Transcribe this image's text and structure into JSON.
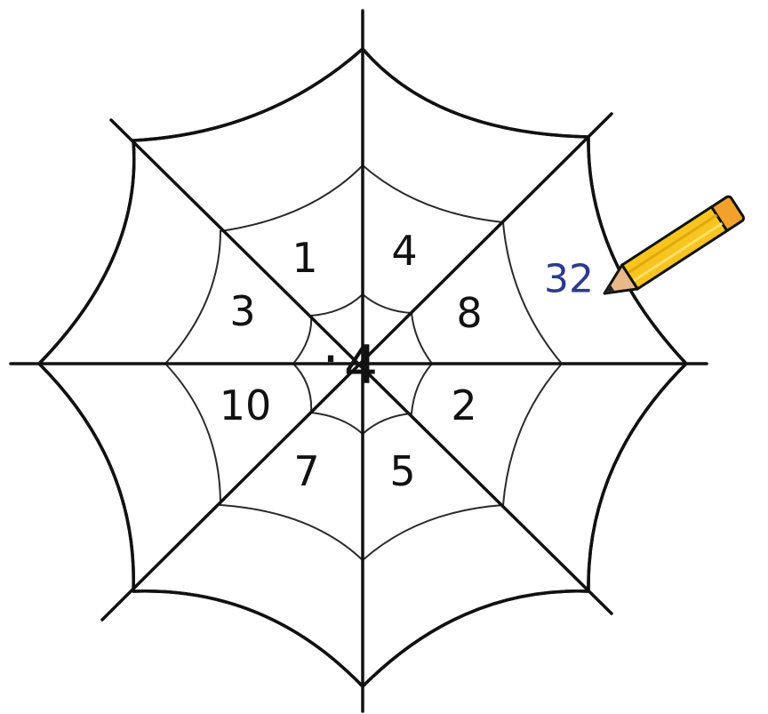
{
  "center": {
    "operator": "·",
    "value": "4"
  },
  "inner_numbers": [
    "1",
    "4",
    "8",
    "2",
    "5",
    "7",
    "10",
    "3"
  ],
  "answer": {
    "text": "32",
    "color": "#2b3a8f"
  },
  "colors": {
    "center_fill": "#c9e5fa",
    "inner_fill": "#e3f2fc",
    "outer_fill": "#ffffff",
    "ink": "#111111"
  },
  "icons": [
    "spider-web-icon",
    "pencil-icon"
  ]
}
